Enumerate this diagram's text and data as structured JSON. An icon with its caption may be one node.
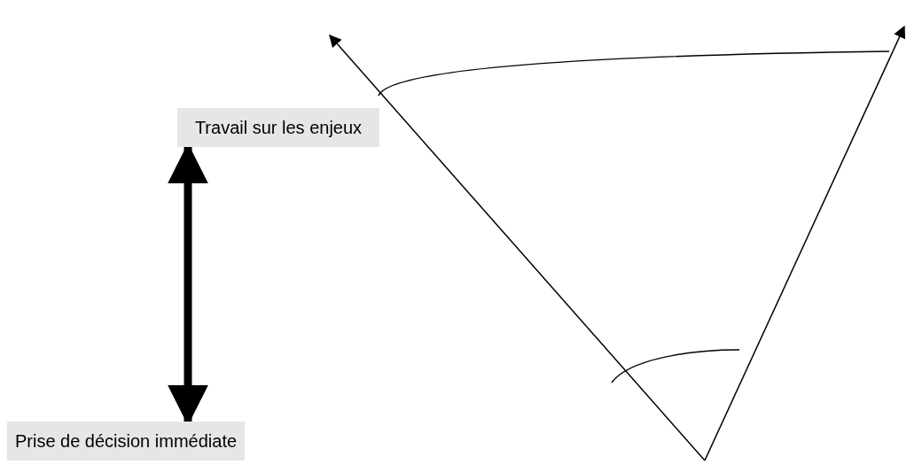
{
  "diagram": {
    "nodes": [
      {
        "text": [
          "Travail sur les enjeux"
        ]
      },
      {
        "text": [
          "Prise de décision immédiate"
        ]
      }
    ],
    "edges": [
      {
        "from": 0,
        "to": 1,
        "arrow": "both"
      }
    ]
  }
}
